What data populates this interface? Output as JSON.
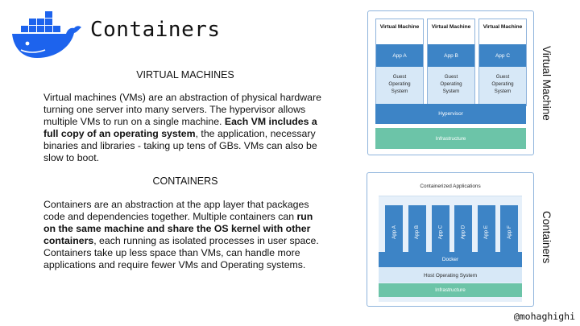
{
  "slide": {
    "title": "Containers",
    "handle": "@mohaghighi",
    "brand_color": "#1d63ed"
  },
  "virtual_machines": {
    "heading": "VIRTUAL MACHINES",
    "p1": "Virtual machines (VMs) are an abstraction of physical hardware turning one server into many servers. The hypervisor allows multiple VMs to run on a single machine. ",
    "p2_bold": "Each VM includes a full copy of an operating system",
    "p3": ", the application, necessary binaries and libraries - taking up tens of GBs. VMs can also be slow to boot."
  },
  "containers": {
    "heading": "CONTAINERS",
    "p1": "Containers are an abstraction at the app layer that packages code and dependencies together. Multiple containers can ",
    "p2_bold": "run on the same machine and share the OS kernel with other containers",
    "p3": ", each running as isolated processes in user space. Containers take up less space than VMs, can handle more applications and require fewer VMs and Operating systems."
  },
  "vm_diagram": {
    "side_label": "Virtual Machine",
    "columns": [
      {
        "title": "Virtual Machine",
        "app": "App A",
        "guest_line1": "Guest",
        "guest_line2": "Operating",
        "guest_line3": "System"
      },
      {
        "title": "Virtual Machine",
        "app": "App B",
        "guest_line1": "Guest",
        "guest_line2": "Operating",
        "guest_line3": "System"
      },
      {
        "title": "Virtual Machine",
        "app": "App C",
        "guest_line1": "Guest",
        "guest_line2": "Operating",
        "guest_line3": "System"
      }
    ],
    "hypervisor": "Hypervisor",
    "infrastructure": "Infrastructure"
  },
  "container_diagram": {
    "side_label": "Containers",
    "header": "Containerized Applications",
    "apps": [
      "App A",
      "App B",
      "App C",
      "App D",
      "App E",
      "App F"
    ],
    "docker": "Docker",
    "host_os": "Host Operating System",
    "infrastructure": "Infrastructure"
  }
}
